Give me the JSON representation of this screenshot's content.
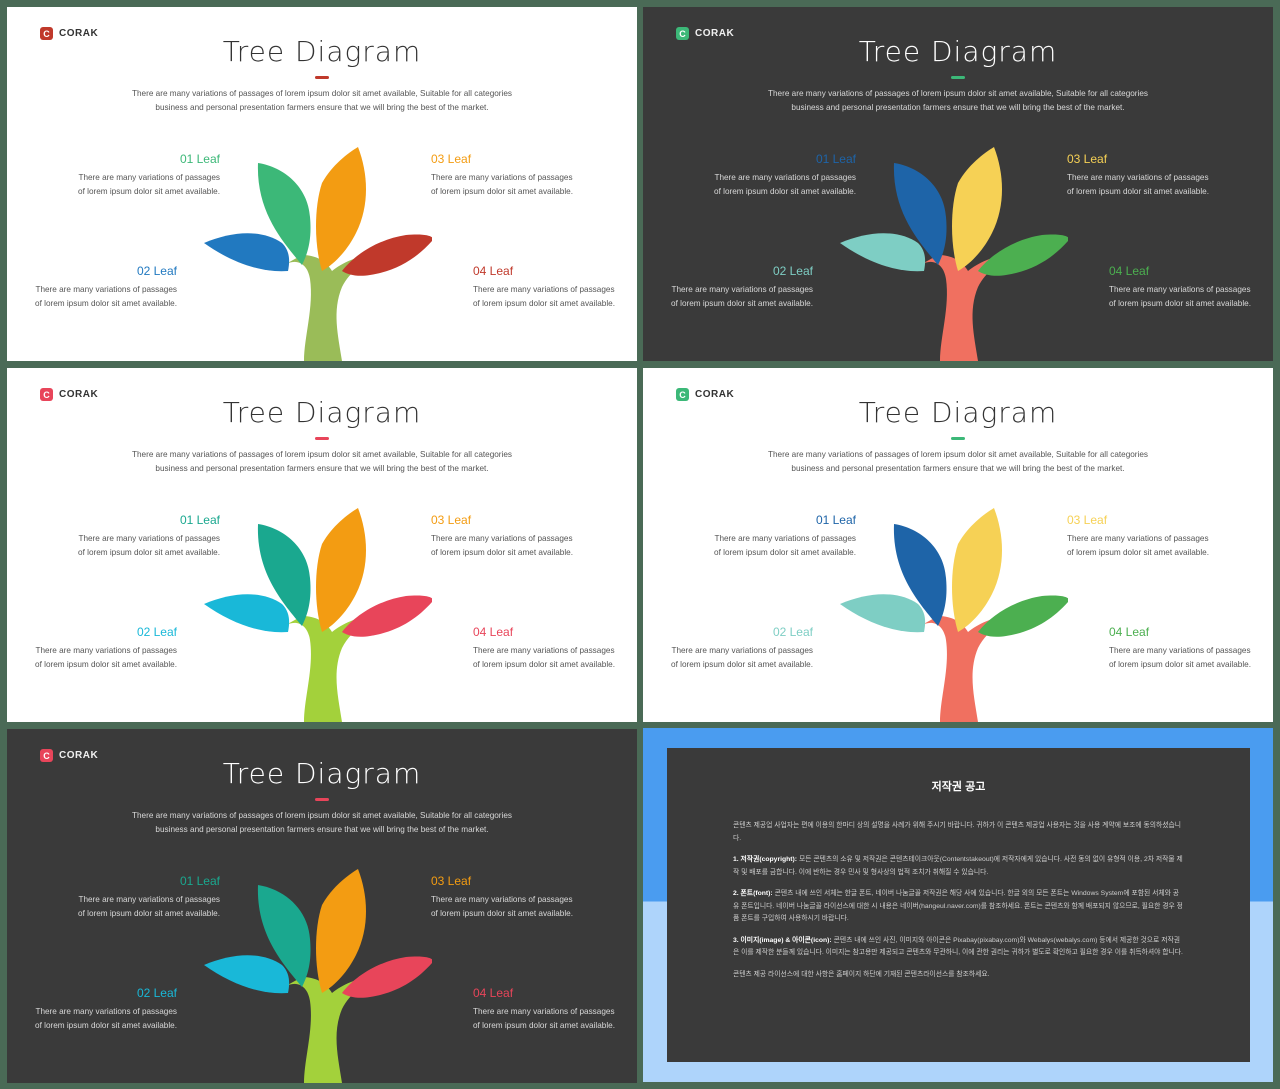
{
  "slides": [
    {
      "theme": "light",
      "brand": "CORAK",
      "logo_letter": "C",
      "logo_color": "#c0392b",
      "title": "Tree Diagram",
      "underline_color": "#c0392b",
      "subtitle": "There are many variations of passages of lorem ipsum dolor sit amet available, Suitable for all categories business and personal presentation farmers ensure that we will bring the best of the market.",
      "leaf_colors": {
        "leaf1": "#3cb878",
        "leaf2": "#2179c0",
        "leaf3": "#f39c12",
        "leaf4": "#c0392b",
        "trunk": "#9abc58"
      },
      "leaves": [
        {
          "title": "01 Leaf",
          "color": "#3cb878",
          "desc": "There are many variations of passages of lorem ipsum dolor sit amet available."
        },
        {
          "title": "02 Leaf",
          "color": "#2179c0",
          "desc": "There are many variations of passages of lorem ipsum dolor sit amet available."
        },
        {
          "title": "03 Leaf",
          "color": "#f39c12",
          "desc": "There are many variations of passages of lorem ipsum dolor sit amet available."
        },
        {
          "title": "04 Leaf",
          "color": "#c0392b",
          "desc": "There are many variations of passages of lorem ipsum dolor sit amet available."
        }
      ]
    },
    {
      "theme": "dark",
      "brand": "CORAK",
      "logo_letter": "C",
      "logo_color": "#3cb878",
      "title": "Tree Diagram",
      "underline_color": "#3cb878",
      "subtitle": "There are many variations of passages of lorem ipsum dolor sit amet available, Suitable for all categories business and personal presentation farmers ensure that we will bring the best of the market.",
      "leaf_colors": {
        "leaf1": "#1e64a8",
        "leaf2": "#7ecec4",
        "leaf3": "#f6d155",
        "leaf4": "#4caf50",
        "trunk": "#f07060"
      },
      "leaves": [
        {
          "title": "01 Leaf",
          "color": "#1e64a8",
          "desc": "There are many variations of passages of lorem ipsum dolor sit amet available."
        },
        {
          "title": "02 Leaf",
          "color": "#7ecec4",
          "desc": "There are many variations of passages of lorem ipsum dolor sit amet available."
        },
        {
          "title": "03 Leaf",
          "color": "#f6d155",
          "desc": "There are many variations of passages of lorem ipsum dolor sit amet available."
        },
        {
          "title": "04 Leaf",
          "color": "#4caf50",
          "desc": "There are many variations of passages of lorem ipsum dolor sit amet available."
        }
      ]
    },
    {
      "theme": "light",
      "brand": "CORAK",
      "logo_letter": "C",
      "logo_color": "#e8455a",
      "title": "Tree Diagram",
      "underline_color": "#e8455a",
      "subtitle": "There are many variations of passages of lorem ipsum dolor sit amet available, Suitable for all categories business and personal presentation farmers ensure that we will bring the best of the market.",
      "leaf_colors": {
        "leaf1": "#1aa88f",
        "leaf2": "#19b8d8",
        "leaf3": "#f39c12",
        "leaf4": "#e8455a",
        "trunk": "#a3d13b"
      },
      "leaves": [
        {
          "title": "01 Leaf",
          "color": "#1aa88f",
          "desc": "There are many variations of passages of lorem ipsum dolor sit amet available."
        },
        {
          "title": "02 Leaf",
          "color": "#19b8d8",
          "desc": "There are many variations of passages of lorem ipsum dolor sit amet available."
        },
        {
          "title": "03 Leaf",
          "color": "#f39c12",
          "desc": "There are many variations of passages of lorem ipsum dolor sit amet available."
        },
        {
          "title": "04 Leaf",
          "color": "#e8455a",
          "desc": "There are many variations of passages of lorem ipsum dolor sit amet available."
        }
      ]
    },
    {
      "theme": "light",
      "brand": "CORAK",
      "logo_letter": "C",
      "logo_color": "#3cb878",
      "title": "Tree Diagram",
      "underline_color": "#3cb878",
      "subtitle": "There are many variations of passages of lorem ipsum dolor sit amet available, Suitable for all categories business and personal presentation farmers ensure that we will bring the best of the market.",
      "leaf_colors": {
        "leaf1": "#1e64a8",
        "leaf2": "#7ecec4",
        "leaf3": "#f6d155",
        "leaf4": "#4caf50",
        "trunk": "#f07060"
      },
      "leaves": [
        {
          "title": "01 Leaf",
          "color": "#1e64a8",
          "desc": "There are many variations of passages of lorem ipsum dolor sit amet available."
        },
        {
          "title": "02 Leaf",
          "color": "#7ecec4",
          "desc": "There are many variations of passages of lorem ipsum dolor sit amet available."
        },
        {
          "title": "03 Leaf",
          "color": "#f6d155",
          "desc": "There are many variations of passages of lorem ipsum dolor sit amet available."
        },
        {
          "title": "04 Leaf",
          "color": "#4caf50",
          "desc": "There are many variations of passages of lorem ipsum dolor sit amet available."
        }
      ]
    },
    {
      "theme": "dark",
      "brand": "CORAK",
      "logo_letter": "C",
      "logo_color": "#e8455a",
      "title": "Tree Diagram",
      "underline_color": "#e8455a",
      "subtitle": "There are many variations of passages of lorem ipsum dolor sit amet available, Suitable for all categories business and personal presentation farmers ensure that we will bring the best of the market.",
      "leaf_colors": {
        "leaf1": "#1aa88f",
        "leaf2": "#19b8d8",
        "leaf3": "#f39c12",
        "leaf4": "#e8455a",
        "trunk": "#a3d13b"
      },
      "leaves": [
        {
          "title": "01 Leaf",
          "color": "#1aa88f",
          "desc": "There are many variations of passages of lorem ipsum dolor sit amet available."
        },
        {
          "title": "02 Leaf",
          "color": "#19b8d8",
          "desc": "There are many variations of passages of lorem ipsum dolor sit amet available."
        },
        {
          "title": "03 Leaf",
          "color": "#f39c12",
          "desc": "There are many variations of passages of lorem ipsum dolor sit amet available."
        },
        {
          "title": "04 Leaf",
          "color": "#e8455a",
          "desc": "There are many variations of passages of lorem ipsum dolor sit amet available."
        }
      ]
    }
  ],
  "notice": {
    "title": "저작권 공고",
    "intro": "콘텐츠 제공업 사업자는 편에 이용의 한마디 상의 설명을 사례가 위해 주시기 바랍니다. 귀하가 이 콘텐츠 제공업 사용자는 것을 사용 계약에 보조에 동의하셨습니다.",
    "p1_label": "1. 저작권(copyright):",
    "p1_text": "모든 콘텐츠의 소유 및 저작권은 콘텐츠테이크아웃(Contentstakeout)에 저작자에게 있습니다. 사전 동의 없이 유형적 이용, 2차 저작물 제작 및 배포를 금합니다. 이에 반하는 경우 민사 및 형사상의 법적 조치가 취해질 수 있습니다.",
    "p2_label": "2. 폰트(font):",
    "p2_text": "콘텐츠 내에 쓰인 서체는 한글 폰트, 네이버 나눔글꼴 저작권은 해당 사에 있습니다. 한글 외의 모든 폰트는 Windows System에 포함된 서체와 공유 폰트입니다. 네이버 나눔글꼴 라이선스에 대한 시 내용은 네이버(hangeul.naver.com)를 참조하세요. 폰트는 콘텐츠와 함께 배포되지 않으므로, 필요한 경우 정품 폰트를 구입하여 사용하시기 바랍니다.",
    "p3_label": "3. 이미지(image) & 아이콘(icon):",
    "p3_text": "콘텐츠 내에 쓰인 사진, 이미지와 아이콘은 Pixabay(pixabay.com)와 Webalys(webalys.com) 등에서 제공한 것으로 저작권은 이를 제작한 분들께 있습니다. 이미지는 참고용만 제공되고 콘텐츠와 무관하니, 이에 관한 권리는 귀하가 별도로 확인하고 필요한 경우 이를 취득하셔야 합니다.",
    "outro": "콘텐츠 제공 라이선스에 대한 사항은 홈페이지 하단에 기재된 콘텐츠라이선스를 참조하세요."
  }
}
